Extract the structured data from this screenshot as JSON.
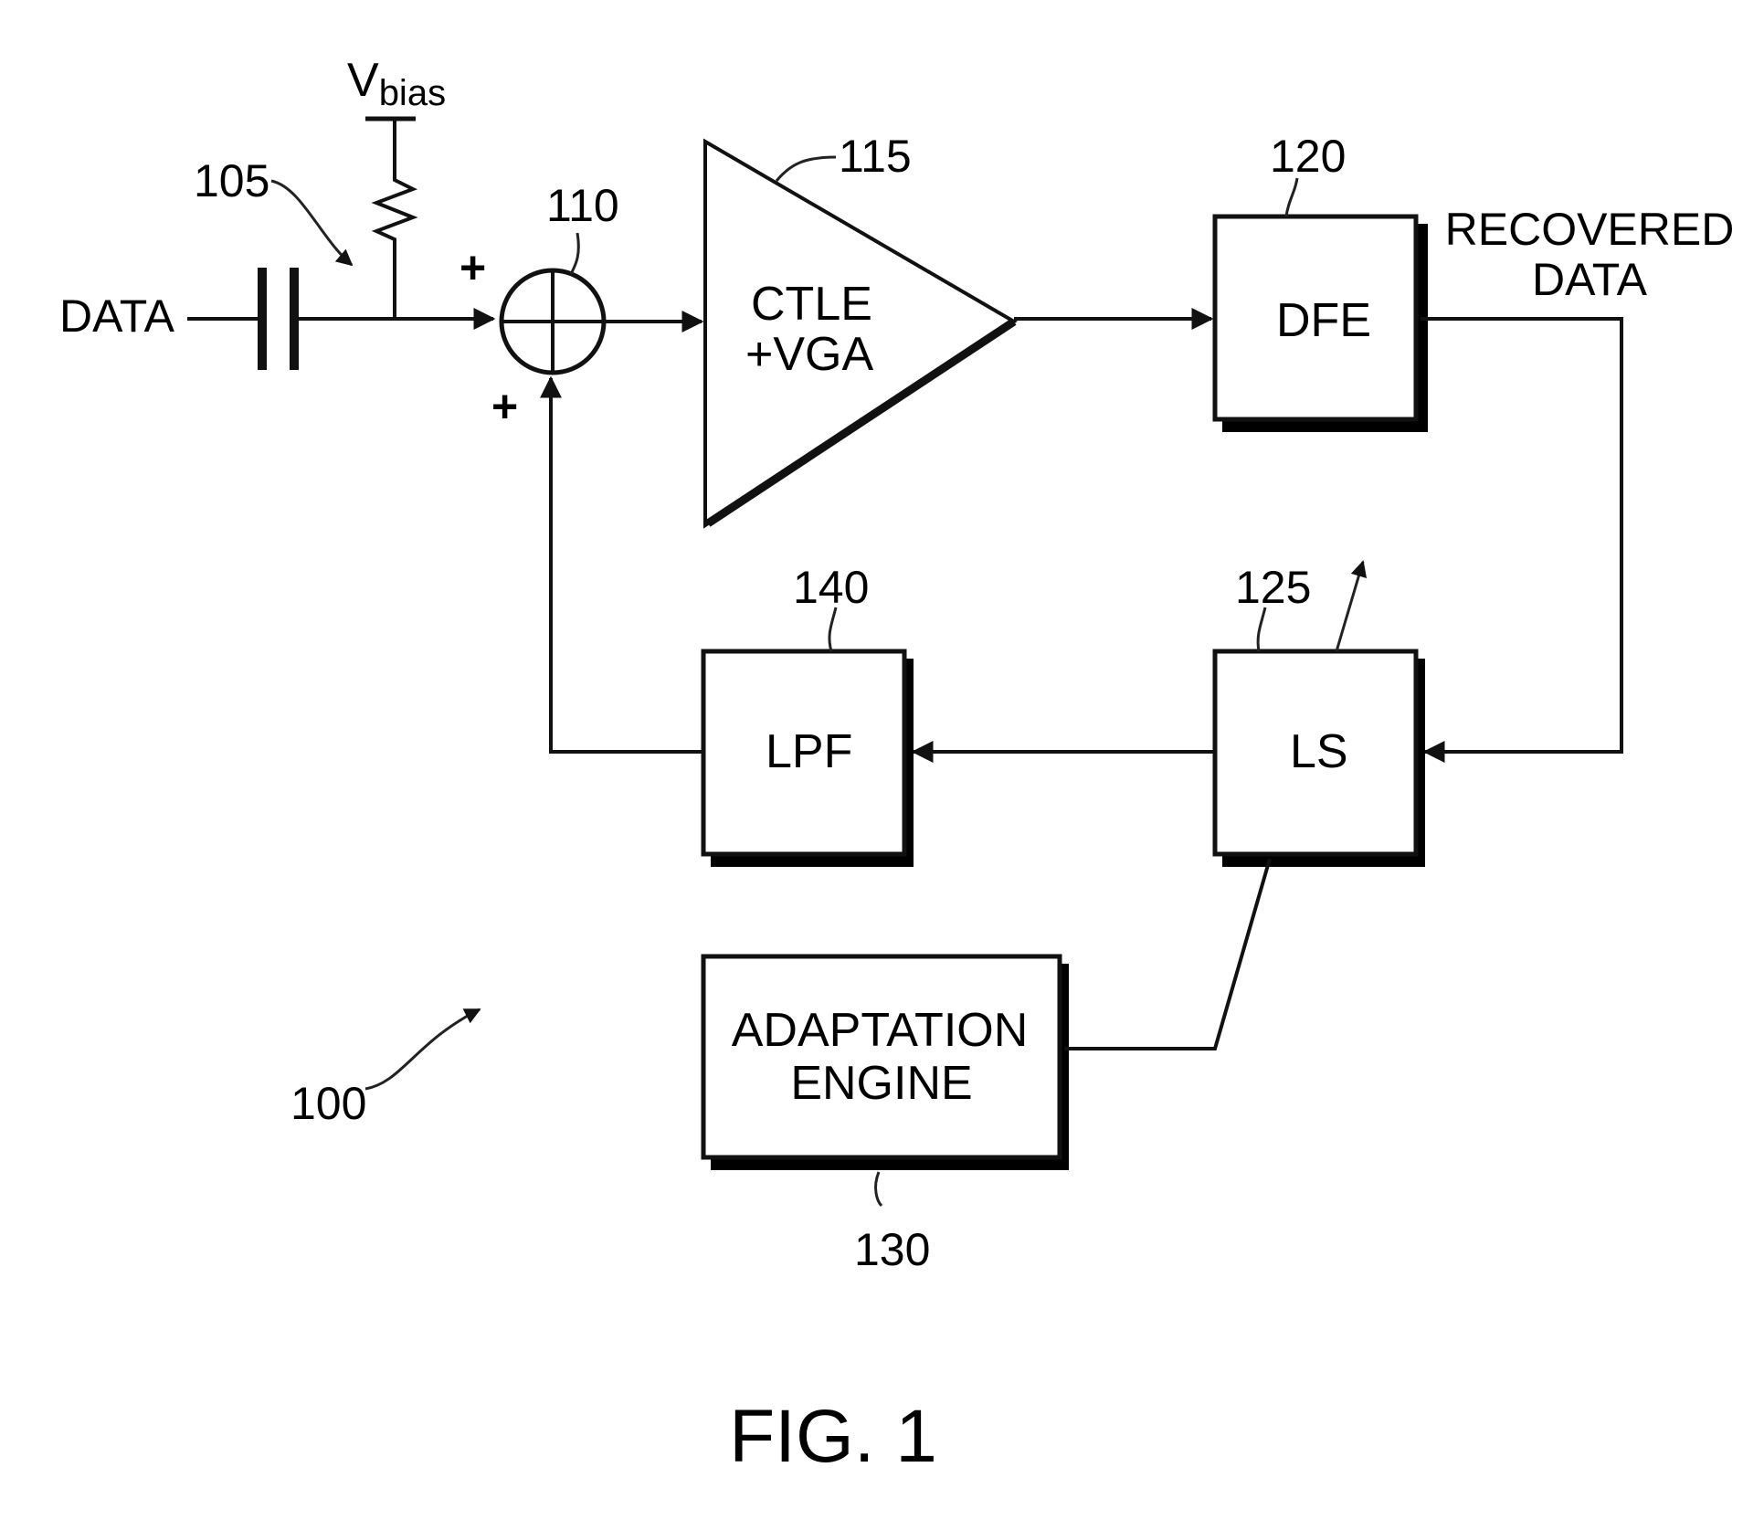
{
  "figure": {
    "title": "FIG. 1",
    "system_ref": "100"
  },
  "input": {
    "label": "DATA",
    "coupling_ref": "105",
    "bias_label_main": "V",
    "bias_label_sub": "bias"
  },
  "summer": {
    "ref": "110",
    "sign_top": "+",
    "sign_bottom": "+"
  },
  "amplifier": {
    "ref": "115",
    "line1": "CTLE",
    "line2": "+VGA"
  },
  "dfe": {
    "ref": "120",
    "label": "DFE"
  },
  "output": {
    "line1": "RECOVERED",
    "line2": "DATA"
  },
  "ls": {
    "ref": "125",
    "label": "LS"
  },
  "lpf": {
    "ref": "140",
    "label": "LPF"
  },
  "adaptation": {
    "ref": "130",
    "line1": "ADAPTATION",
    "line2": "ENGINE"
  }
}
